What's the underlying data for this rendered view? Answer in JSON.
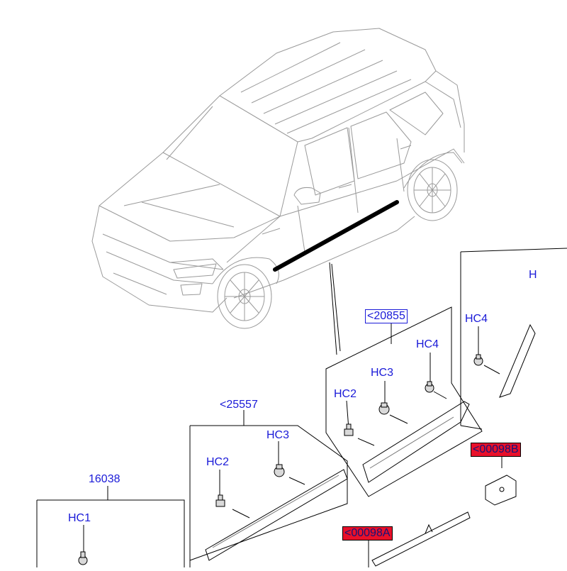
{
  "colors": {
    "label": "#1a1ad8",
    "highlight": "#e8102a",
    "line": "#000000",
    "car_outline": "#9a9a9a"
  },
  "callouts": {
    "ref_20855": "<20855",
    "ref_25557": "<25557",
    "part_16038": "16038",
    "ref_00098b": "<00098B",
    "ref_00098a": "<00098A"
  },
  "clips": {
    "hc1": "HC1",
    "hc2_front": "HC2",
    "hc3_front": "HC3",
    "hc2_rear": "HC2",
    "hc3_rear": "HC3",
    "hc4_rear": "HC4",
    "hc4_right": "HC4"
  },
  "truncated": {
    "right_h": "H"
  }
}
